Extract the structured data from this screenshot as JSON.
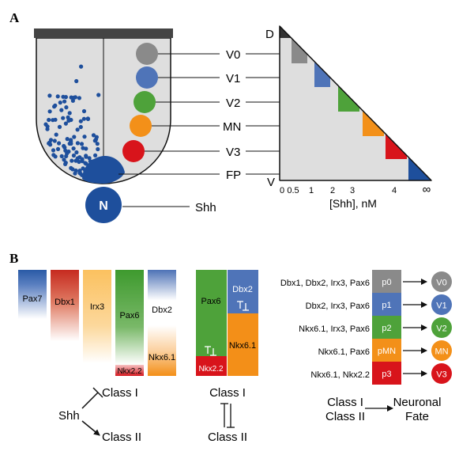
{
  "panel_a": {
    "letter": "A",
    "neural_tube": {
      "domains": [
        "V0",
        "V1",
        "V2",
        "MN",
        "V3",
        "FP"
      ],
      "notochord_label": "N",
      "notochord_signal": "Shh"
    },
    "chart": {
      "y_top": "D",
      "y_bottom": "V",
      "x_ticks": [
        "0",
        "0.5",
        "1",
        "2",
        "3",
        "4",
        "∞"
      ],
      "x_label": "[Shh], nM"
    }
  },
  "panel_b": {
    "letter": "B",
    "genes_left": [
      "Pax7",
      "Dbx1",
      "Irx3",
      "Pax6",
      "Dbx2",
      "Nkx2.2",
      "Nkx6.1"
    ],
    "genes_mid": [
      "Pax6",
      "Dbx2",
      "Nkx6.1",
      "Nkx2.2"
    ],
    "shh_label": "Shh",
    "class_one": "Class I",
    "class_two": "Class II",
    "code_rows": [
      {
        "genes": "Dbx1, Dbx2, Irx3, Pax6",
        "progenitor": "p0",
        "fate": "V0"
      },
      {
        "genes": "Dbx2, Irx3, Pax6",
        "progenitor": "p1",
        "fate": "V1"
      },
      {
        "genes": "Nkx6.1, Irx3, Pax6",
        "progenitor": "p2",
        "fate": "V2"
      },
      {
        "genes": "Nkx6.1, Pax6",
        "progenitor": "pMN",
        "fate": "MN"
      },
      {
        "genes": "Nkx6.1, Nkx2.2",
        "progenitor": "p3",
        "fate": "V3"
      }
    ],
    "fate_label": [
      "Neuronal",
      "Fate"
    ]
  },
  "colors": {
    "v0": "#8a8a8a",
    "v1": "#4f74b8",
    "v2": "#4ea23a",
    "mn": "#f39019",
    "v3": "#d8141b",
    "fp": "#1e4f9c",
    "tube_fill": "#dedede",
    "tube_cap": "#444444"
  }
}
